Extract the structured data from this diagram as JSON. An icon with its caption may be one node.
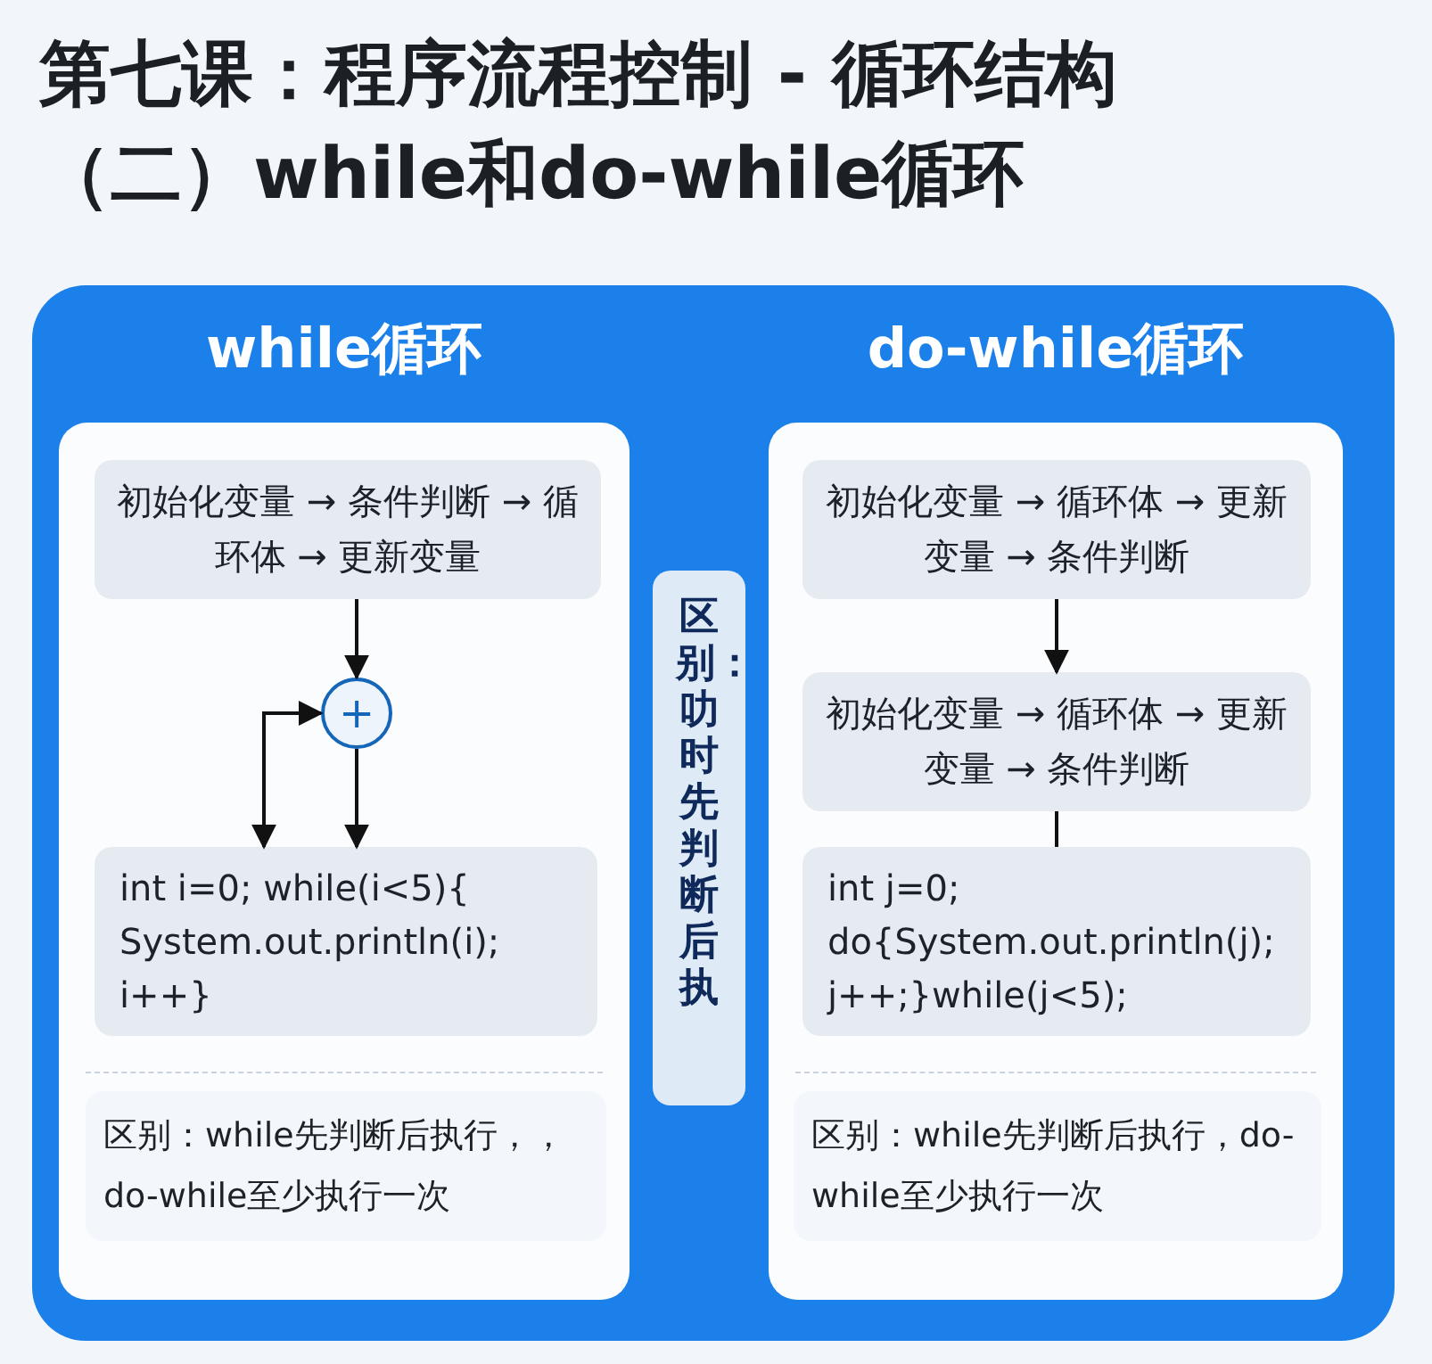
{
  "diagram": {
    "title": "第七课：程序流程控制 - 循环结构（二）while和do-while循环",
    "nodes": [
      {
        "text": [
          "while循环"
        ]
      },
      {
        "text": [
          "初始化变量 → 条件判断 → 循环体 → 更新变量"
        ],
        "in": 0
      },
      {
        "text": [
          "+"
        ],
        "in": 0
      },
      {
        "text": [
          "int i=0; while(i<5){ System.out.println(i); i++}"
        ],
        "in": 0
      },
      {
        "text": [
          "区别：while先判断后执行，，do-while至少执行一次"
        ],
        "in": 0
      },
      {
        "text": [
          "区别：叻时先判断后执"
        ]
      },
      {
        "text": [
          "do-while循环"
        ]
      },
      {
        "text": [
          "初始化变量 → 循环体 → 更新变量 → 条件判断"
        ],
        "in": 6
      },
      {
        "text": [
          "初始化变量 → 循环体 → 更新变量 → 条件判断"
        ],
        "in": 6
      },
      {
        "text": [
          "int j=0; do{System.out.println(j); j++;}while(j<5);"
        ],
        "in": 6
      },
      {
        "text": [
          "区别：while先判断后执行，do-while至少执行一次"
        ],
        "in": 6
      }
    ],
    "edges": [
      {
        "from": 1,
        "to": 2,
        "arrow": "to"
      },
      {
        "from": 2,
        "to": 3,
        "arrow": "to"
      },
      {
        "from": 3,
        "to": 2,
        "arrow": "both"
      },
      {
        "from": 7,
        "to": 8,
        "arrow": "to"
      },
      {
        "from": 8,
        "to": 9,
        "arrow": "none"
      }
    ]
  }
}
